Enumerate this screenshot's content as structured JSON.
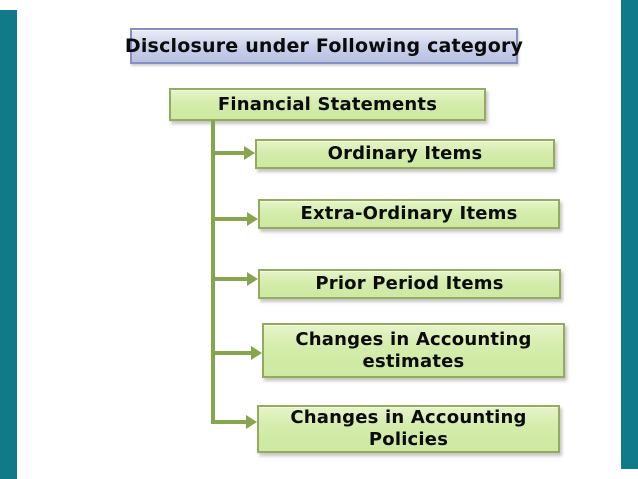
{
  "title": {
    "label": "Disclosure under Following category"
  },
  "root": {
    "label": "Financial Statements"
  },
  "categories": [
    {
      "label": "Ordinary Items"
    },
    {
      "label": "Extra-Ordinary Items"
    },
    {
      "label": "Prior Period Items"
    },
    {
      "label": "Changes in Accounting\nestimates"
    },
    {
      "label": "Changes in Accounting\nPolicies"
    }
  ],
  "theme": {
    "edge-teal": "#10798a",
    "title-fill": "#c8cfe9",
    "title-border": "#8690c0",
    "box-fill": "#d4ecab",
    "box-border": "#94ab5c",
    "line-green": "#87a44e",
    "text-color": "#0b0b0b",
    "background": "#ffffff"
  }
}
